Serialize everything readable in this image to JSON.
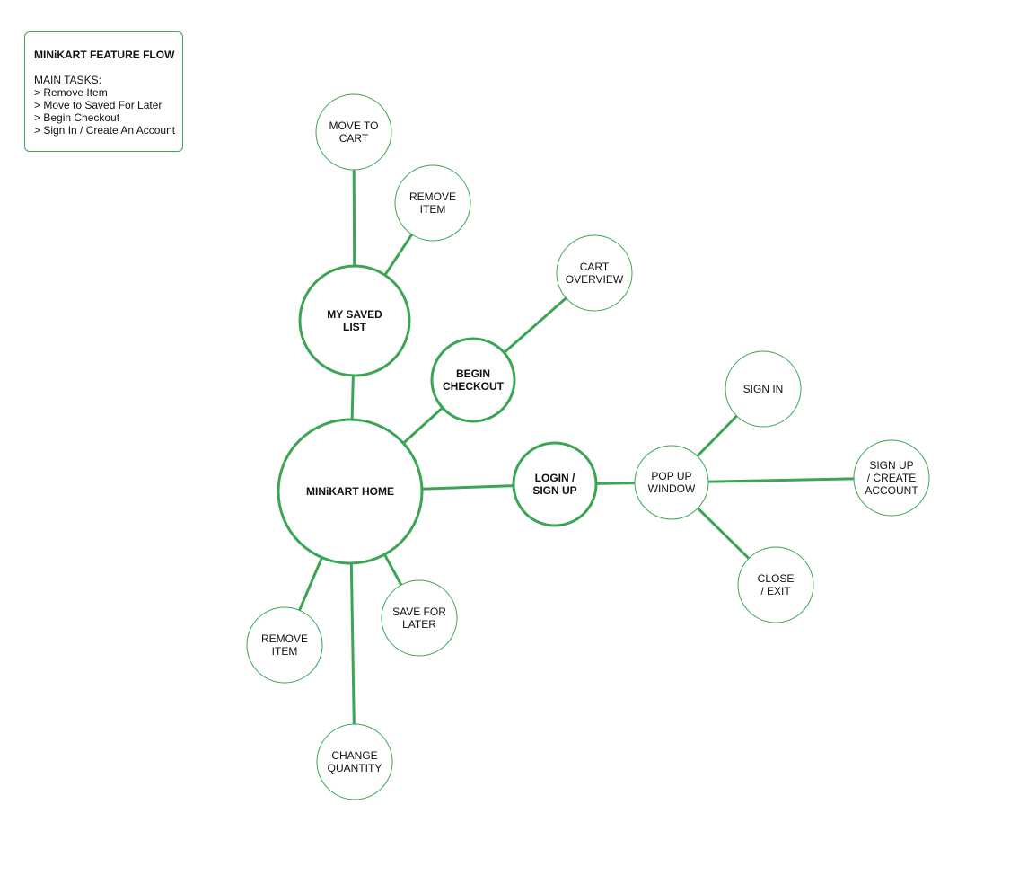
{
  "legend": {
    "title": "MINiKART FEATURE FLOW",
    "subtitle": "MAIN TASKS:",
    "items": [
      "> Remove Item",
      "> Move to Saved For Later",
      "> Begin Checkout",
      "> Sign In / Create An Account"
    ]
  },
  "colors": {
    "stroke": "#3aa655",
    "text": "#111111",
    "background": "#ffffff"
  },
  "nodes": [
    {
      "id": "home",
      "lines": [
        "MINiKART HOME"
      ],
      "kind": "primary"
    },
    {
      "id": "saved",
      "lines": [
        "MY SAVED",
        "LIST"
      ],
      "kind": "primary"
    },
    {
      "id": "checkout",
      "lines": [
        "BEGIN",
        "CHECKOUT"
      ],
      "kind": "primary"
    },
    {
      "id": "login",
      "lines": [
        "LOGIN /",
        "SIGN UP"
      ],
      "kind": "primary"
    },
    {
      "id": "move_to_cart",
      "lines": [
        "MOVE TO",
        "CART"
      ],
      "kind": "secondary"
    },
    {
      "id": "remove_item_saved",
      "lines": [
        "REMOVE",
        "ITEM"
      ],
      "kind": "secondary"
    },
    {
      "id": "cart_overview",
      "lines": [
        "CART",
        "OVERVIEW"
      ],
      "kind": "secondary"
    },
    {
      "id": "popup",
      "lines": [
        "POP UP",
        "WINDOW"
      ],
      "kind": "secondary"
    },
    {
      "id": "sign_in",
      "lines": [
        "SIGN IN"
      ],
      "kind": "secondary"
    },
    {
      "id": "sign_up_create",
      "lines": [
        "SIGN UP",
        "/ CREATE",
        "ACCOUNT"
      ],
      "kind": "secondary"
    },
    {
      "id": "close_exit",
      "lines": [
        "CLOSE",
        "/ EXIT"
      ],
      "kind": "secondary"
    },
    {
      "id": "remove_item_home",
      "lines": [
        "REMOVE",
        "ITEM"
      ],
      "kind": "secondary"
    },
    {
      "id": "save_for_later",
      "lines": [
        "SAVE FOR",
        "LATER"
      ],
      "kind": "secondary"
    },
    {
      "id": "change_quantity",
      "lines": [
        "CHANGE",
        "QUANTITY"
      ],
      "kind": "secondary"
    }
  ],
  "edges": [
    [
      "home",
      "saved"
    ],
    [
      "saved",
      "move_to_cart"
    ],
    [
      "saved",
      "remove_item_saved"
    ],
    [
      "home",
      "checkout"
    ],
    [
      "checkout",
      "cart_overview"
    ],
    [
      "home",
      "login"
    ],
    [
      "login",
      "popup"
    ],
    [
      "popup",
      "sign_in"
    ],
    [
      "popup",
      "sign_up_create"
    ],
    [
      "popup",
      "close_exit"
    ],
    [
      "home",
      "remove_item_home"
    ],
    [
      "home",
      "save_for_later"
    ],
    [
      "home",
      "change_quantity"
    ]
  ]
}
